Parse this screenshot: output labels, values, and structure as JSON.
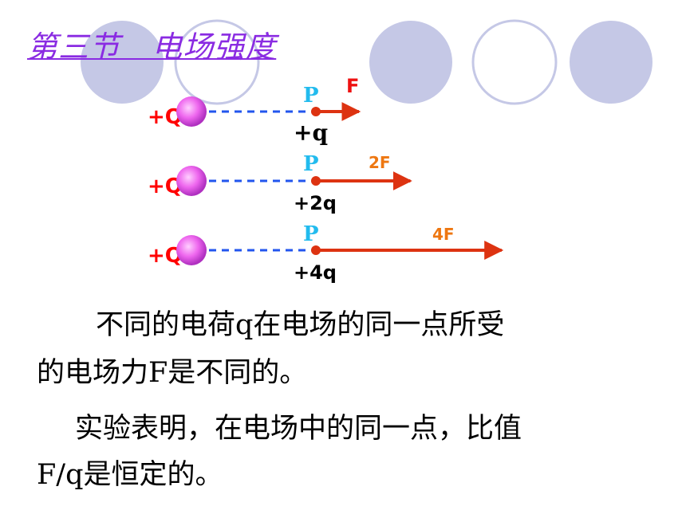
{
  "title": "第三节   电场强度",
  "diagram": {
    "charge_label": "+Q",
    "point_label": "P",
    "rows": [
      {
        "test_charge": "+q",
        "force_label": "F",
        "force_multiple": 1
      },
      {
        "test_charge": "+2q",
        "force_label": "2F",
        "force_multiple": 2
      },
      {
        "test_charge": "+4q",
        "force_label": "4F",
        "force_multiple": 4
      }
    ]
  },
  "paragraphs": {
    "p1_line1": "不同的电荷q在电场的同一点所受",
    "p1_line2": "的电场力F是不同的。",
    "p2_line1": "实验表明，在电场中的同一点，比值",
    "p2_line2": "F/q是恒定的。"
  },
  "colors": {
    "title": "#8a2be2",
    "deco_circle": "#c5c8e6",
    "charge_fill": "#ee66ee",
    "charge_label": "#ff0000",
    "dashed_line": "#2255ee",
    "point_label": "#22bbee",
    "arrow": "#dd3311",
    "force_label_small": "#ee1111",
    "force_label_large": "#ee7711"
  }
}
